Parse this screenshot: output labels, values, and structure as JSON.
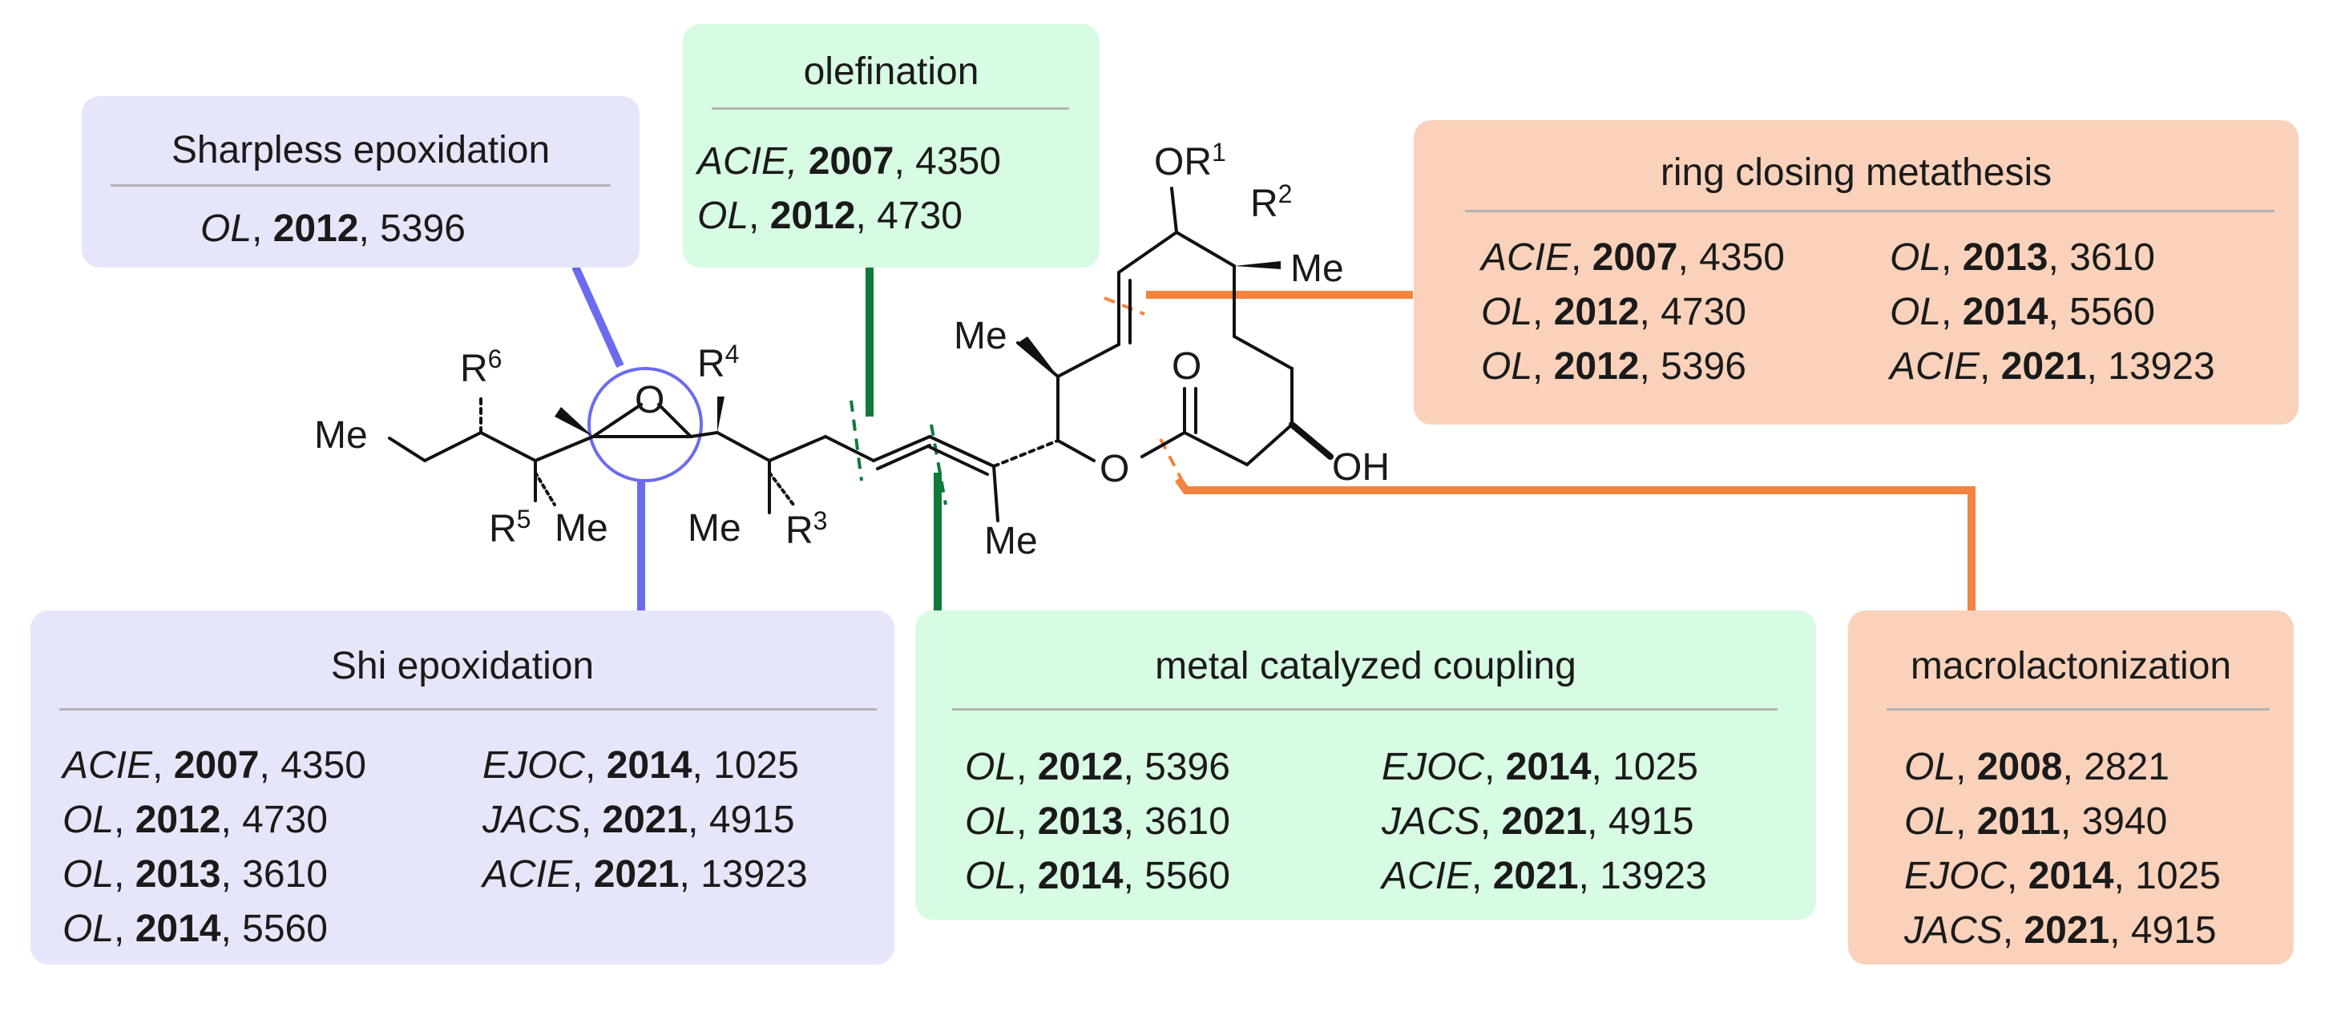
{
  "boxes": {
    "sharpless": {
      "title": "Sharpless epoxidation",
      "refs": [
        {
          "journal": "OL",
          "year": "2012",
          "page": "5396"
        }
      ]
    },
    "olefination": {
      "title": "olefination",
      "refs": [
        {
          "journal": "ACIE,",
          "year": "2007",
          "page": "4350"
        },
        {
          "journal": "OL",
          "year": "2012",
          "page": "4730"
        }
      ]
    },
    "rcm": {
      "title": "ring closing metathesis",
      "refs": [
        {
          "journal": "ACIE",
          "year": "2007",
          "page": "4350"
        },
        {
          "journal": "OL",
          "year": "2012",
          "page": "4730"
        },
        {
          "journal": "OL",
          "year": "2012",
          "page": "5396"
        },
        {
          "journal": "OL",
          "year": "2013",
          "page": "3610"
        },
        {
          "journal": "OL",
          "year": "2014",
          "page": "5560"
        },
        {
          "journal": "ACIE",
          "year": "2021",
          "page": "13923"
        }
      ]
    },
    "shi": {
      "title": "Shi epoxidation",
      "refs": [
        {
          "journal": "ACIE",
          "year": "2007",
          "page": "4350"
        },
        {
          "journal": "OL",
          "year": "2012",
          "page": "4730"
        },
        {
          "journal": "OL",
          "year": "2013",
          "page": "3610"
        },
        {
          "journal": "OL",
          "year": "2014",
          "page": "5560"
        },
        {
          "journal": "EJOC",
          "year": "2014",
          "page": "1025"
        },
        {
          "journal": "JACS",
          "year": "2021",
          "page": "4915"
        },
        {
          "journal": "ACIE",
          "year": "2021",
          "page": "13923"
        }
      ]
    },
    "coupling": {
      "title": "metal catalyzed coupling",
      "refs": [
        {
          "journal": "OL",
          "year": "2012",
          "page": "5396"
        },
        {
          "journal": "OL",
          "year": "2013",
          "page": "3610"
        },
        {
          "journal": "OL",
          "year": "2014",
          "page": "5560"
        },
        {
          "journal": "EJOC",
          "year": "2014",
          "page": "1025"
        },
        {
          "journal": "JACS",
          "year": "2021",
          "page": "4915"
        },
        {
          "journal": "ACIE",
          "year": "2021",
          "page": "13923"
        }
      ]
    },
    "macro": {
      "title": "macrolactonization",
      "refs": [
        {
          "journal": "OL",
          "year": "2008",
          "page": "2821"
        },
        {
          "journal": "OL",
          "year": "2011",
          "page": "3940"
        },
        {
          "journal": "EJOC",
          "year": "2014",
          "page": "1025"
        },
        {
          "journal": "JACS",
          "year": "2021",
          "page": "4915"
        }
      ]
    }
  },
  "molecule": {
    "me1": "Me",
    "r6": "R",
    "r6_sup": "6",
    "r5": "R",
    "r5_sup": "5",
    "me_r5": "Me",
    "epoxide_o": "O",
    "r4": "R",
    "r4_sup": "4",
    "me_r3": "Me",
    "r3": "R",
    "r3_sup": "3",
    "me_diene": "Me",
    "me_ring": "Me",
    "or1": "OR",
    "or1_sup": "1",
    "r2": "R",
    "r2_sup": "2",
    "me_r2": "Me",
    "carbonyl_o": "O",
    "ester_o": "O",
    "oh": "OH"
  },
  "colors": {
    "blue_box": "#e6e6fa",
    "green_box": "#d8fbe3",
    "orange_box": "#fad2bb",
    "blue_line": "#6b6bf0",
    "green_line": "#0f7a3a",
    "orange_line": "#f2843f"
  }
}
